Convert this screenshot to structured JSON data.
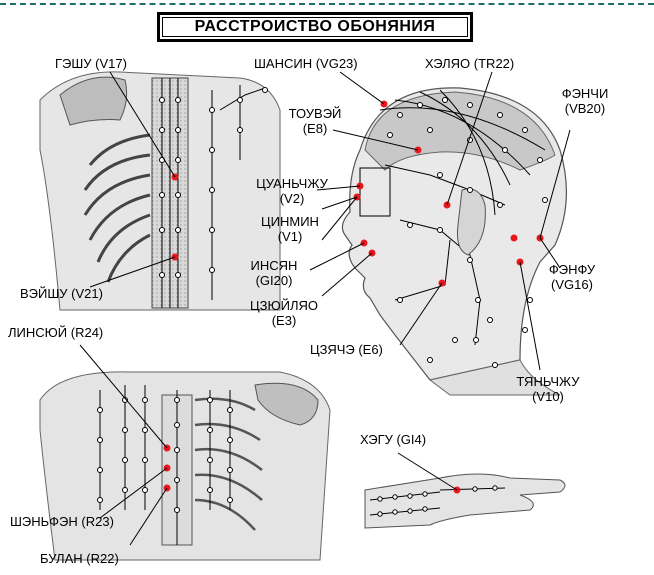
{
  "title": "РАССТРОИСТВО ОБОНЯНИЯ",
  "colors": {
    "point": "#e8171c",
    "line": "#000000",
    "top_border": "#1d6e64"
  },
  "labels": {
    "geshu": "ГЭШУ (V17)",
    "weishu": "ВЭЙШУ (V21)",
    "shanxin": "ШАНСИН (VG23)",
    "heliao": "ХЭЛЯО (TR22)",
    "touwei_name": "ТОУВЭЙ",
    "touwei_code": "(E8)",
    "fengchi_name": "ФЭНЧИ",
    "fengchi_code": "(VB20)",
    "cuanzhu_name": "ЦУАНЬЧЖУ",
    "cuanzhu_code": "(V2)",
    "jingming_name": "ЦИНМИН",
    "jingming_code": "(V1)",
    "yingxiang_name": "ИНСЯН",
    "yingxiang_code": "(GI20)",
    "juliao_name": "ЦЗЮЙЛЯО",
    "juliao_code": "(E3)",
    "fengfu_name": "ФЭНФУ",
    "fengfu_code": "(VG16)",
    "jiache": "ЦЗЯЧЭ (E6)",
    "tianzhu_name": "ТЯНЬЧЖУ",
    "tianzhu_code": "(V10)",
    "lingxu": "ЛИНСЮЙ (R24)",
    "shenfeng": "ШЭНЬФЭН (R23)",
    "bulang": "БУЛАН (R22)",
    "hegu": "ХЭГУ (GI4)"
  }
}
